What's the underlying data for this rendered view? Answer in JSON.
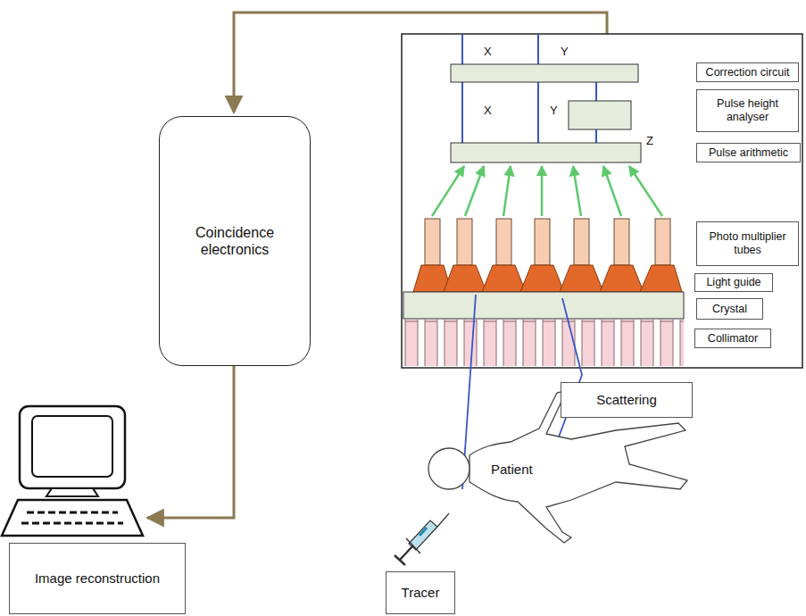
{
  "diagram": {
    "nodes": [
      {
        "text": [
          "Correction circuit"
        ]
      },
      {
        "text": [
          "Pulse height analyser"
        ]
      },
      {
        "text": [
          "Pulse arithmetic"
        ]
      },
      {
        "text": [
          "Coincidence electronics"
        ]
      },
      {
        "text": [
          "Photo multiplier tubes"
        ]
      },
      {
        "text": [
          "Light guide"
        ]
      },
      {
        "text": [
          "Crystal"
        ]
      },
      {
        "text": [
          "Collimator"
        ]
      },
      {
        "text": [
          "Scattering"
        ]
      },
      {
        "text": [
          "Image reconstruction"
        ]
      },
      {
        "text": [
          "Tracer"
        ]
      }
    ],
    "labels": [
      "X",
      "Y",
      "X",
      "Y",
      "Z",
      "Patient"
    ]
  }
}
